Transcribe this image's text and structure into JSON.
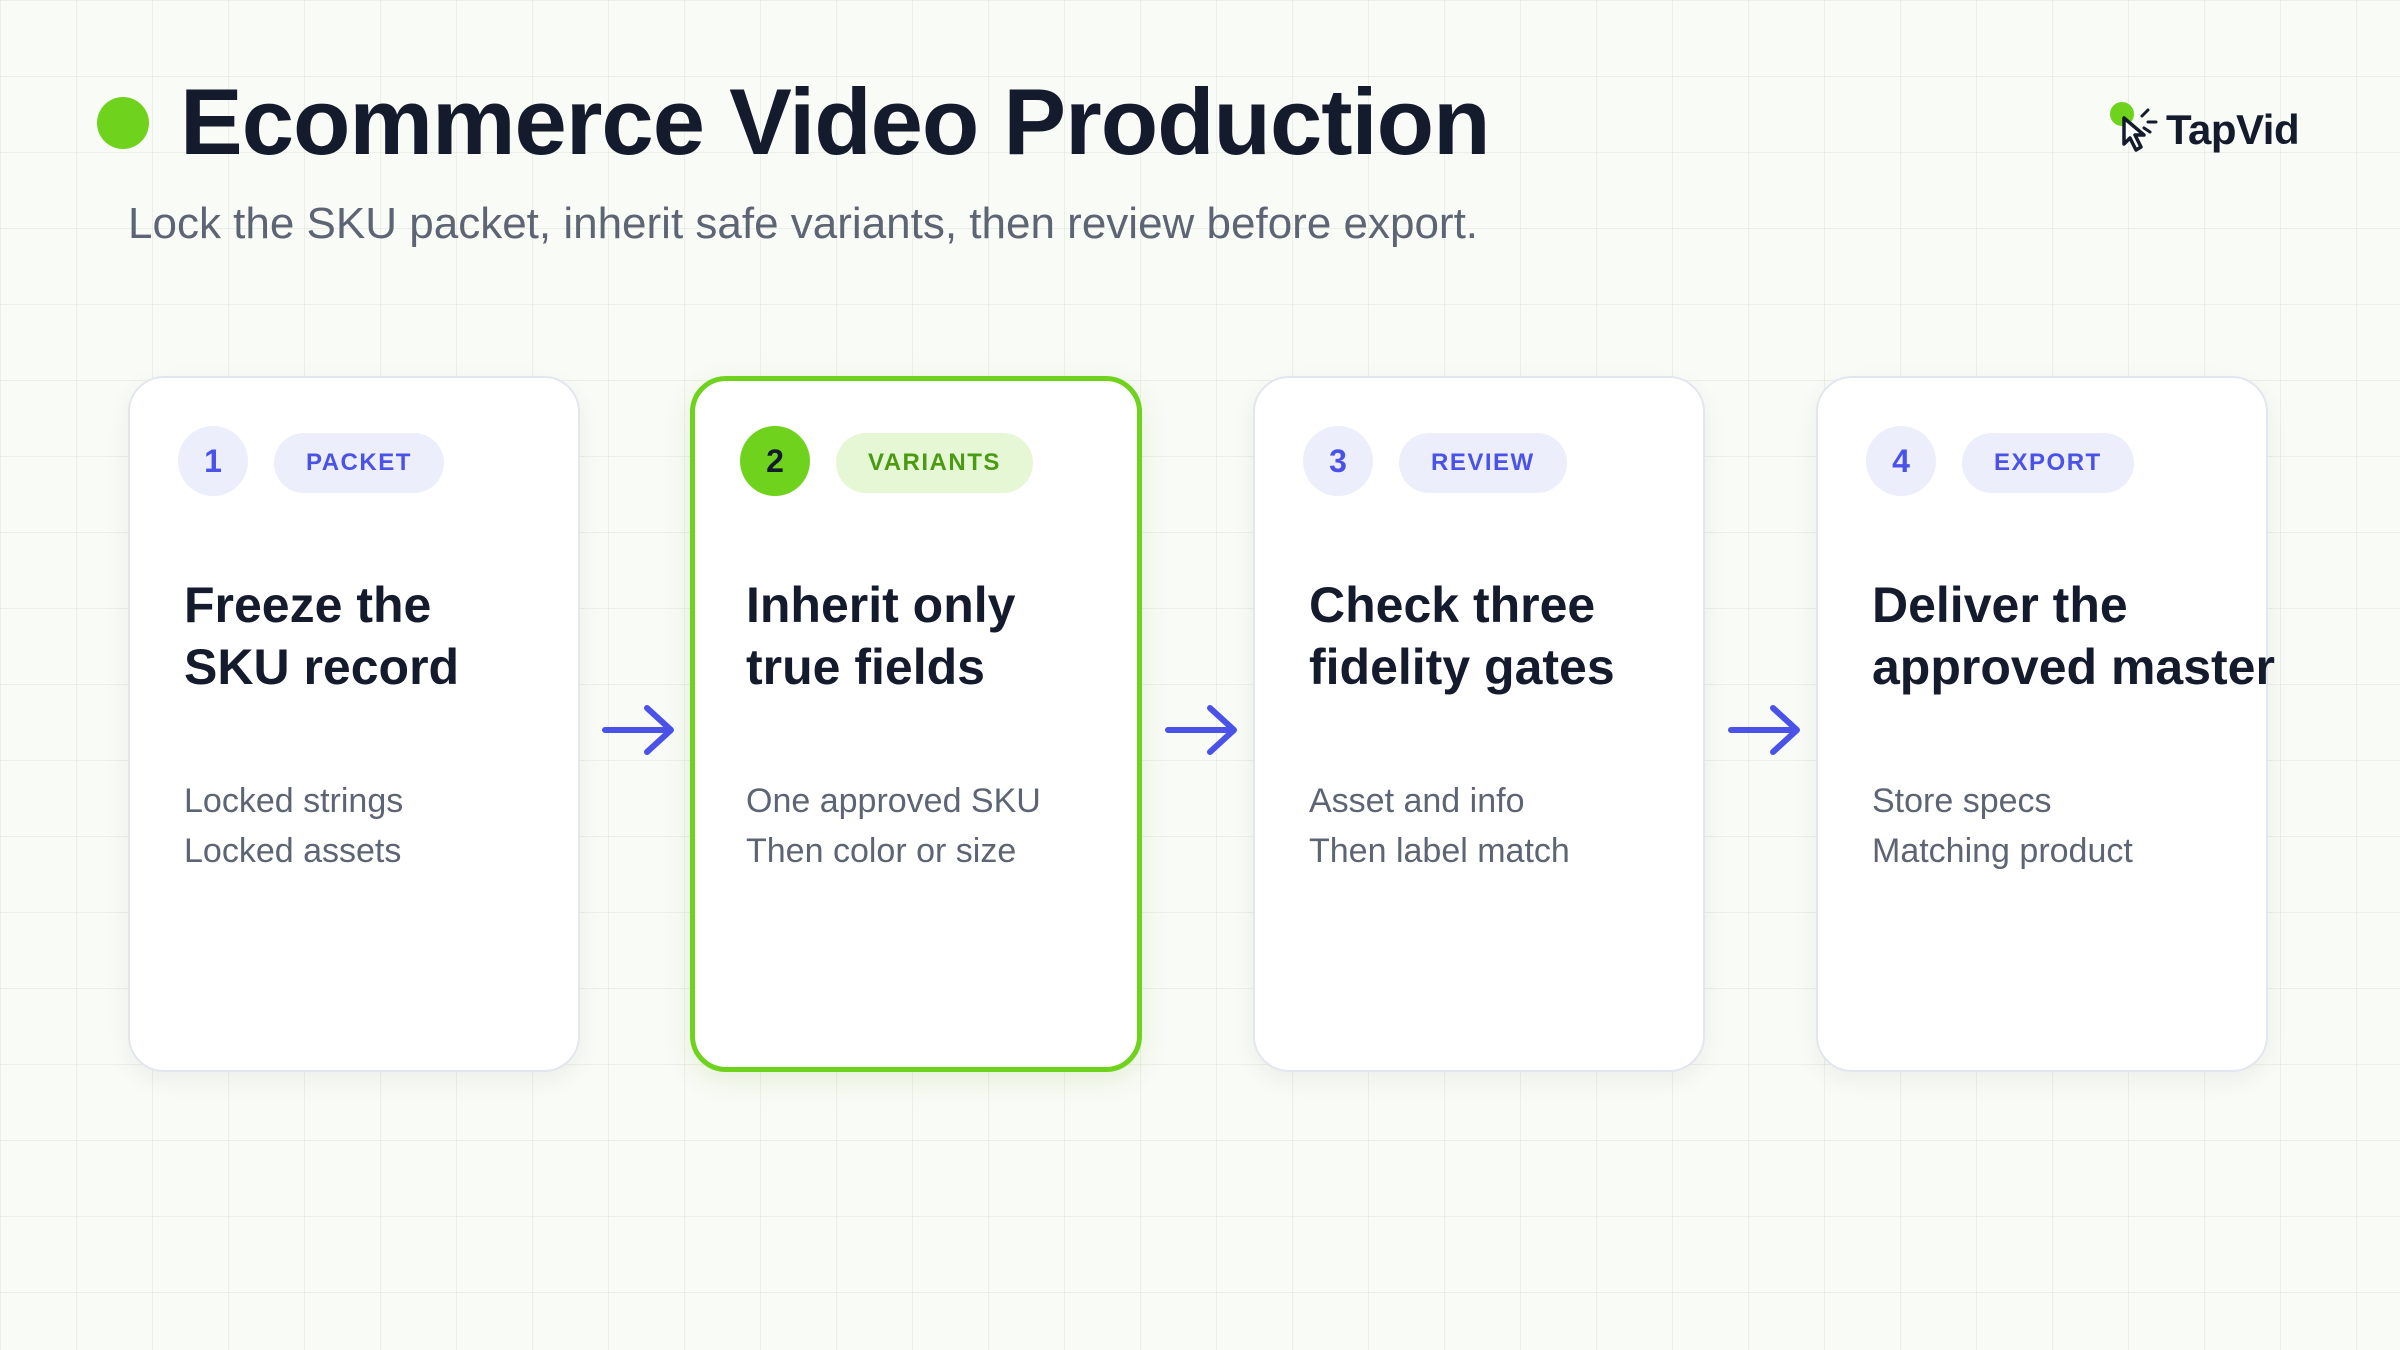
{
  "header": {
    "title": "Ecommerce Video Production",
    "subtitle": "Lock the SKU packet, inherit safe variants, then review before export."
  },
  "brand": {
    "name": "TapVid",
    "icon": "pointer-hand-icon"
  },
  "colors": {
    "accent_green": "#6fd31d",
    "accent_indigo": "#4a52e8",
    "ink": "#141b2d",
    "muted": "#5d6473"
  },
  "steps": [
    {
      "number": "1",
      "tag": "PACKET",
      "heading": [
        "Freeze the",
        "SKU record"
      ],
      "details": [
        "Locked strings",
        "Locked assets"
      ]
    },
    {
      "number": "2",
      "tag": "VARIANTS",
      "heading": [
        "Inherit only",
        "true fields"
      ],
      "details": [
        "One approved SKU",
        "Then color or size"
      ],
      "highlighted": true
    },
    {
      "number": "3",
      "tag": "REVIEW",
      "heading": [
        "Check three",
        "fidelity gates"
      ],
      "details": [
        "Asset and info",
        "Then label match"
      ]
    },
    {
      "number": "4",
      "tag": "EXPORT",
      "heading": [
        "Deliver the",
        "approved master"
      ],
      "details": [
        "Store specs",
        "Matching product"
      ]
    }
  ]
}
